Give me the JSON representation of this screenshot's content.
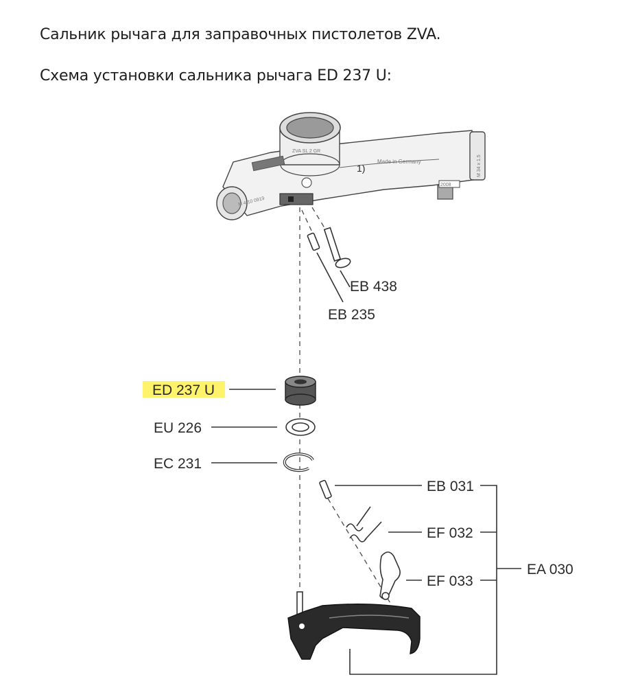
{
  "title": "Сальник рычага для заправочных пистолетов ZVA.",
  "subtitle": "Схема установки сальника рычага ED 237 U:",
  "highlight_color": "#fff36b",
  "nozzle": {
    "marking_1": "1)",
    "marking_made": "Made in Germany",
    "marking_thread": "M 34 x 1.5",
    "marking_model": "ZVA SL 2 GR",
    "marking_year": "2008",
    "marking_tag": "M 4 10 0919"
  },
  "parts": {
    "eb438": "EB 438",
    "eb235": "EB 235",
    "ed237u": "ED 237 U",
    "eu226": "EU 226",
    "ec231": "EC 231",
    "eb031": "EB 031",
    "ef032": "EF 032",
    "ef033": "EF 033",
    "ea030": "EA 030"
  }
}
